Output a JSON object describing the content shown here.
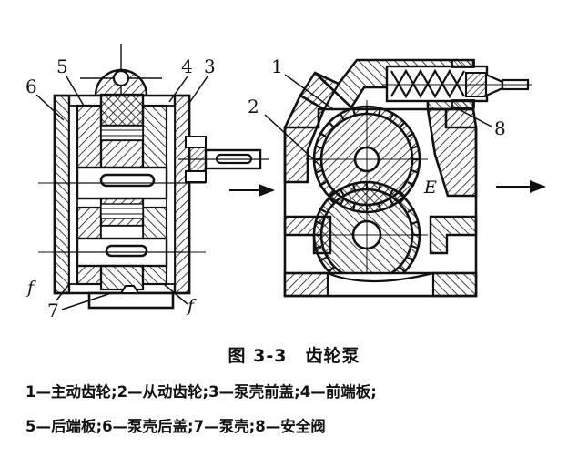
{
  "figure": {
    "title": "图 3-3　齿轮泵",
    "legend_lines": [
      "1—主动齿轮;2—从动齿轮;3—泵壳前盖;4—前端板;",
      "5—后端板;6—泵壳后盖;7—泵壳;8—安全阀"
    ],
    "callouts": {
      "left_view": [
        {
          "id": "6",
          "label": "6"
        },
        {
          "id": "5",
          "label": "5"
        },
        {
          "id": "4",
          "label": "4"
        },
        {
          "id": "3",
          "label": "3"
        },
        {
          "id": "7",
          "label": "7"
        },
        {
          "id": "f_left",
          "label": "f"
        },
        {
          "id": "f_right",
          "label": "f"
        }
      ],
      "right_view": [
        {
          "id": "1",
          "label": "1"
        },
        {
          "id": "2",
          "label": "2"
        },
        {
          "id": "8",
          "label": "8"
        },
        {
          "id": "E",
          "label": "E"
        }
      ]
    },
    "views": {
      "left_view_name": "longitudinal-section",
      "right_view_name": "transverse-section"
    },
    "flow": {
      "inlet_arrow": "inlet-flow-arrow",
      "outlet_arrow": "outlet-flow-arrow"
    },
    "colors": {
      "ink": "#111111",
      "paper": "#ffffff"
    }
  }
}
